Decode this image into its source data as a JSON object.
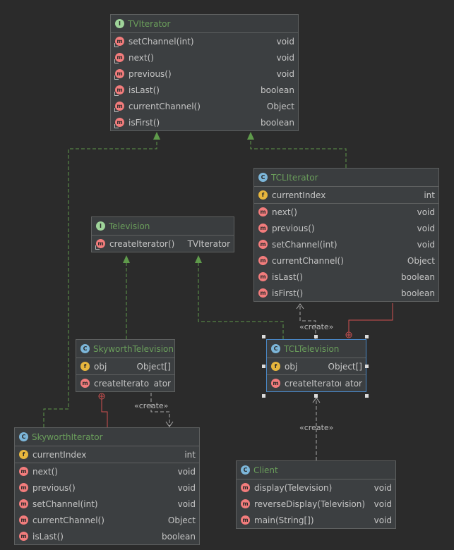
{
  "boxes": {
    "tviterator": {
      "title": "TVIterator",
      "kind": "interface",
      "methods": [
        {
          "name": "setChannel(int)",
          "type": "void"
        },
        {
          "name": "next()",
          "type": "void"
        },
        {
          "name": "previous()",
          "type": "void"
        },
        {
          "name": "isLast()",
          "type": "boolean"
        },
        {
          "name": "currentChannel()",
          "type": "Object"
        },
        {
          "name": "isFirst()",
          "type": "boolean"
        }
      ]
    },
    "tcliterator": {
      "title": "TCLIterator",
      "kind": "class",
      "fields": [
        {
          "name": "currentIndex",
          "type": "int"
        }
      ],
      "methods": [
        {
          "name": "next()",
          "type": "void"
        },
        {
          "name": "previous()",
          "type": "void"
        },
        {
          "name": "setChannel(int)",
          "type": "void"
        },
        {
          "name": "currentChannel()",
          "type": "Object"
        },
        {
          "name": "isLast()",
          "type": "boolean"
        },
        {
          "name": "isFirst()",
          "type": "boolean"
        }
      ]
    },
    "television": {
      "title": "Television",
      "kind": "interface",
      "methods": [
        {
          "name": "createIterator()",
          "type": "TVIterator"
        }
      ]
    },
    "skyworthtelevision": {
      "title": "SkyworthTelevision",
      "kind": "class",
      "fields": [
        {
          "name": "obj",
          "type": "Object[]"
        }
      ],
      "methods": [
        {
          "name": "createIterator()",
          "type": "ator"
        }
      ]
    },
    "tcltelevision": {
      "title": "TCLTelevision",
      "kind": "class",
      "fields": [
        {
          "name": "obj",
          "type": "Object[]"
        }
      ],
      "methods": [
        {
          "name": "createIterator()",
          "type": "ator"
        }
      ]
    },
    "skyworthiterator": {
      "title": "SkyworthIterator",
      "kind": "class",
      "fields": [
        {
          "name": "currentIndex",
          "type": "int"
        }
      ],
      "methods": [
        {
          "name": "next()",
          "type": "void"
        },
        {
          "name": "previous()",
          "type": "void"
        },
        {
          "name": "setChannel(int)",
          "type": "void"
        },
        {
          "name": "currentChannel()",
          "type": "Object"
        },
        {
          "name": "isLast()",
          "type": "boolean"
        }
      ]
    },
    "client": {
      "title": "Client",
      "kind": "class",
      "methods": [
        {
          "name": "display(Television)",
          "type": "void"
        },
        {
          "name": "reverseDisplay(Television)",
          "type": "void"
        },
        {
          "name": "main(String[])",
          "type": "void"
        }
      ]
    }
  },
  "labels": {
    "create1": "«create»",
    "create2": "«create»",
    "create3": "«create»"
  },
  "badges": {
    "interface": "I",
    "class": "C",
    "field": "f",
    "method": "m"
  },
  "colors": {
    "background": "#2b2b2b",
    "realization": "#5f9a4b",
    "dependency": "#a9a9a9",
    "inner_class": "#d25252",
    "title": "#6a9e5b"
  }
}
